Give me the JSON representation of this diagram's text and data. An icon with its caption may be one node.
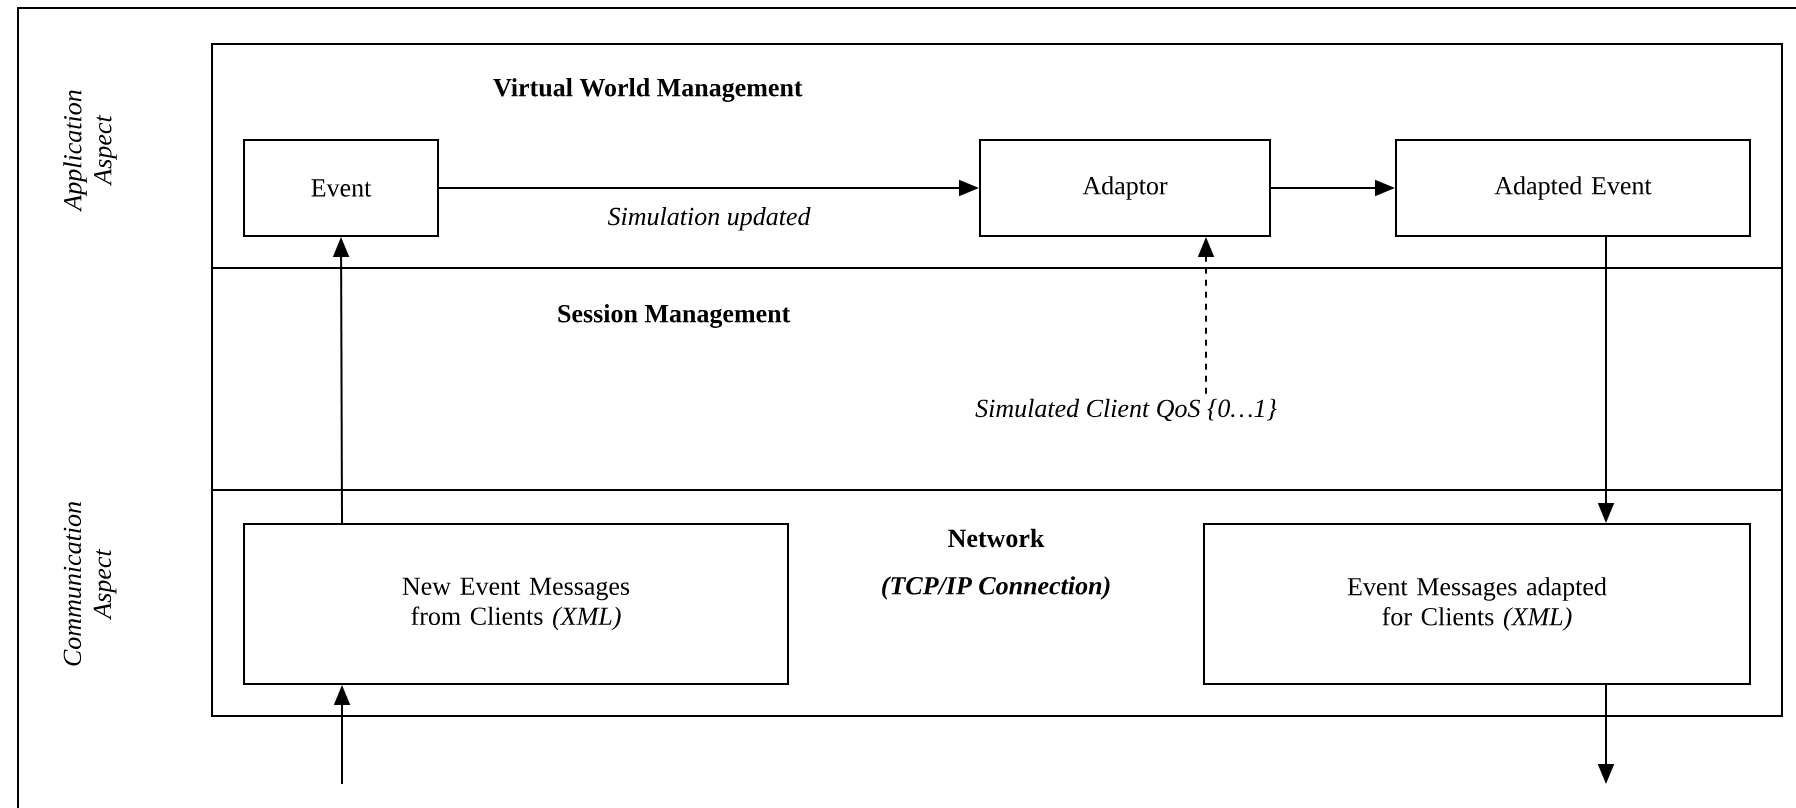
{
  "diagram": {
    "nodes": [
      {
        "text": [
          "Virtual World Management"
        ]
      },
      {
        "text": [
          "Event"
        ],
        "in": 0
      },
      {
        "text": [
          "Adaptor"
        ],
        "in": 0
      },
      {
        "text": [
          "Adapted Event"
        ],
        "in": 0
      },
      {
        "text": [
          "Session Management"
        ]
      },
      {
        "text": [
          "Simulated Client QoS {0…1}"
        ],
        "in": 4
      },
      {
        "text": [
          "Network",
          "(TCP/IP Connection)"
        ]
      },
      {
        "text": [
          "New Event Messages from Clients *(XML)*"
        ],
        "in": 6
      },
      {
        "text": [
          "Event Messages adapted for Clients *(XML)*"
        ],
        "in": 6
      }
    ],
    "edges": [
      {
        "from": 1,
        "to": 2,
        "arrow": "to",
        "label": "Simulation updated"
      },
      {
        "from": 2,
        "to": 3,
        "arrow": "to"
      },
      {
        "from": 3,
        "to": 8,
        "arrow": "to"
      },
      {
        "from": 7,
        "to": 1,
        "arrow": "to"
      },
      {
        "from": null,
        "to": 7,
        "arrow": "to"
      },
      {
        "from": 8,
        "to": null,
        "arrow": "to"
      },
      {
        "from": 5,
        "to": 2,
        "arrow": "to",
        "style": "dashed"
      }
    ],
    "labels": [
      "Application Aspect",
      "Communication Aspect"
    ]
  }
}
